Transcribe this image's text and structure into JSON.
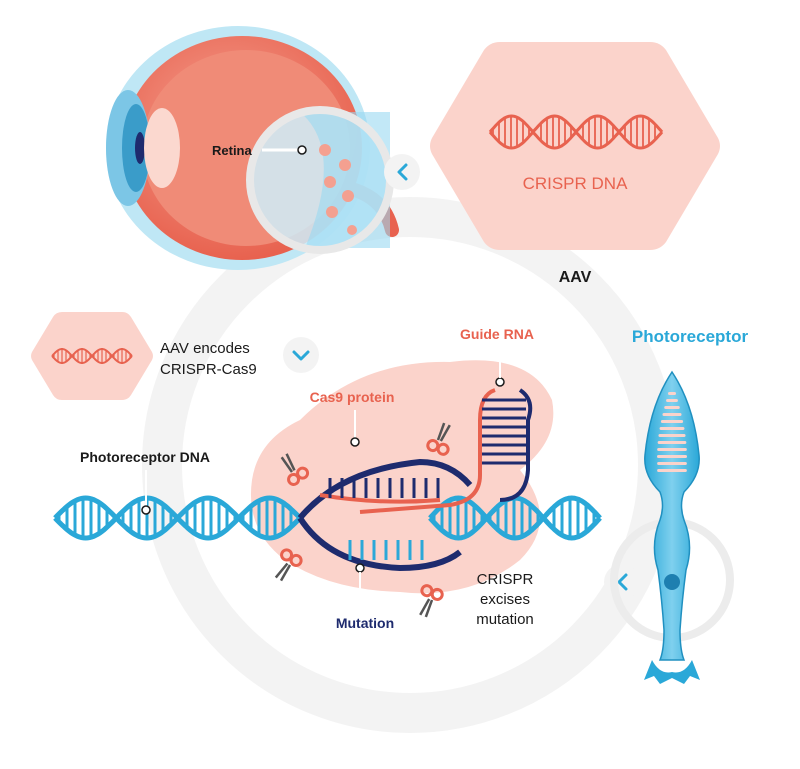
{
  "labels": {
    "retina": "Retina",
    "crispr_dna": "CRISPR DNA",
    "aav": "AAV",
    "aav_encodes_line1": "AAV encodes",
    "aav_encodes_line2": "CRISPR-Cas9",
    "guide_rna": "Guide RNA",
    "photoreceptor": "Photoreceptor",
    "cas9_protein": "Cas9 protein",
    "photoreceptor_dna": "Photoreceptor DNA",
    "crispr_excises_line1": "CRISPR",
    "crispr_excises_line2": "excises",
    "crispr_excises_line3": "mutation",
    "mutation": "Mutation"
  },
  "colors": {
    "coral": "#e8624f",
    "navy": "#1e2b6e",
    "blue": "#2aa8d8",
    "light_blue": "#bfe7f5",
    "pink_bg": "#fbd3cb",
    "dark_text": "#1a1a1a",
    "gray_ring": "#f2f2f2"
  },
  "icons": {
    "eye": "eye-cross-section-icon",
    "dna": "dna-helix-icon",
    "scissors": "scissors-icon",
    "chevron_left": "chevron-left-icon",
    "chevron_down": "chevron-down-icon",
    "photoreceptor_cell": "photoreceptor-cell-icon"
  }
}
